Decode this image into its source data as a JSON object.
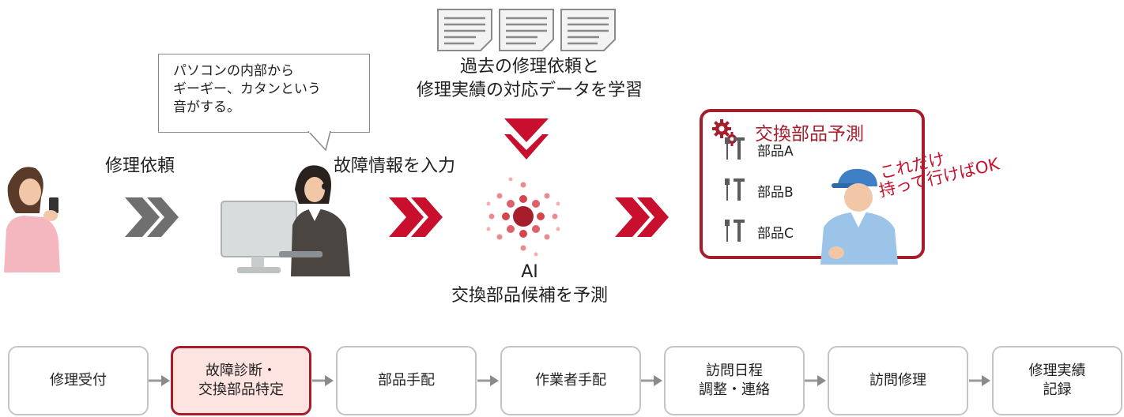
{
  "top": {
    "request_label": "修理依頼",
    "input_label": "故障情報を入力",
    "learning_line1": "過去の修理依頼と",
    "learning_line2": "修理実績の対応データを学習",
    "ai_label": "AI",
    "ai_sub": "交換部品候補を予測"
  },
  "bubble": {
    "line1": "パソコンの内部から",
    "line2": "ギーギー、カタンという",
    "line3": "音がする。"
  },
  "panel": {
    "title": "交換部品予測",
    "parts": [
      "部品A",
      "部品B",
      "部品C"
    ],
    "callout_line1": "これだけ",
    "callout_line2": "持って行けばOK"
  },
  "process": [
    {
      "line1": "修理受付",
      "line2": ""
    },
    {
      "line1": "故障診断・",
      "line2": "交換部品特定"
    },
    {
      "line1": "部品手配",
      "line2": ""
    },
    {
      "line1": "作業者手配",
      "line2": ""
    },
    {
      "line1": "訪問日程",
      "line2": "調整・連絡"
    },
    {
      "line1": "訪問修理",
      "line2": ""
    },
    {
      "line1": "修理実績",
      "line2": "記録"
    }
  ],
  "colors": {
    "accent": "#a61e2b",
    "arrow_red": "#c8102e",
    "arrow_gray": "#6f6f6f",
    "active_fill": "#fde4e1"
  }
}
